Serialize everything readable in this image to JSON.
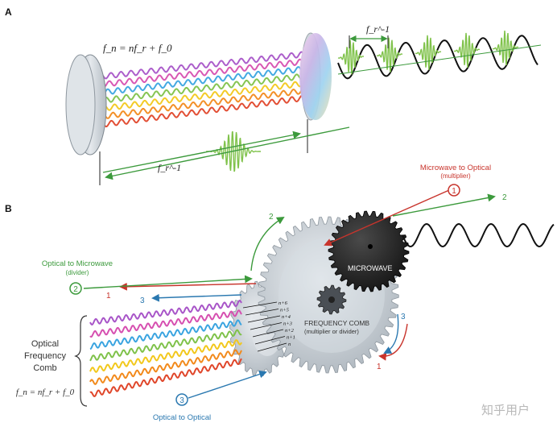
{
  "panelA": {
    "label": "A",
    "formula": "f_n = nf_r + f_0",
    "period_top": "f_r^-1",
    "period_bottom": "f_r^-1"
  },
  "panelB": {
    "label": "B",
    "microwave_to_optical": "Microwave to Optical",
    "multiplier": "(multiplier)",
    "optical_to_microwave": "Optical to Microwave",
    "divider": "(divider)",
    "optical_to_optical": "Optical to Optical",
    "microwave_gear": "MICROWAVE",
    "freq_comb_title": "FREQUENCY COMB",
    "freq_comb_sub": "(multiplier or divider)",
    "comb_title_1": "Optical",
    "comb_title_2": "Frequency",
    "comb_title_3": "Comb",
    "comb_formula": "f_n = nf_r + f_0",
    "n_labels": [
      "n+6",
      "n+5",
      "n+4",
      "n+3",
      "n+2",
      "n+1",
      "n"
    ],
    "num_1": "1",
    "num_2": "2",
    "num_3": "3"
  },
  "watermark": "知乎用户",
  "colors": {
    "red": "#c8342c",
    "green": "#3c9a3c",
    "blue": "#2a78b0",
    "spectrum": [
      "#a855c8",
      "#d64fb0",
      "#3aa4e0",
      "#7fc24a",
      "#f2c81c",
      "#f28a1c",
      "#e0462a"
    ]
  }
}
